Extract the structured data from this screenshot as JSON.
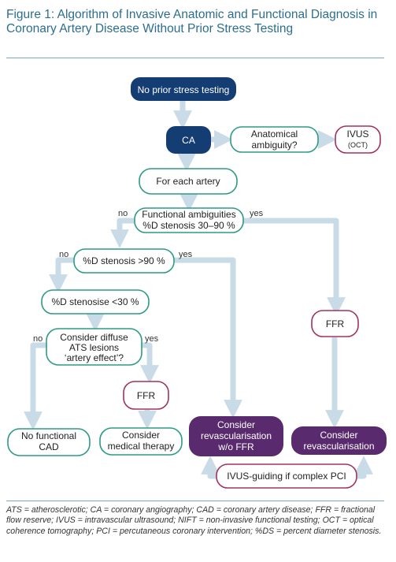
{
  "title": "Figure 1: Algorithm of Invasive Anatomic and Functional Diagnosis in Coronary Artery Disease Without Prior Stress Testing",
  "nodes": {
    "no_prior": "No prior stress testing",
    "ca": "CA",
    "anatomical": [
      "Anatomical",
      "ambiguity?"
    ],
    "ivus": [
      "IVUS",
      "(OCT)"
    ],
    "each_artery": "For each artery",
    "functional": [
      "Functional ambiguities",
      "%D stenosis 30–90 %"
    ],
    "stenosis90": "%D stenosis >90 %",
    "stenosis30": "%D stenosise <30 %",
    "diffuse": [
      "Consider diffuse",
      "ATS lesions",
      "‘artery effect’?"
    ],
    "ffr_left": "FFR",
    "ffr_right": "FFR",
    "no_functional": [
      "No functional",
      "CAD"
    ],
    "medical": [
      "Consider",
      "medical therapy"
    ],
    "reva_wo": [
      "Consider",
      "revascularisation",
      "w/o FFR"
    ],
    "reva": [
      "Consider",
      "revascularisation"
    ],
    "ivus_guiding": "IVUS-guiding if complex PCI"
  },
  "edge_labels": {
    "functional_no": "no",
    "functional_yes": "yes",
    "s90_no": "no",
    "s90_yes": "yes",
    "diffuse_no": "no",
    "diffuse_yes": "yes"
  },
  "colors": {
    "title": "#2c6e8e",
    "dark_blue": "#143e73",
    "teal": "#2e9a86",
    "magenta": "#a3305e",
    "purple": "#5a2a6e",
    "arrow": "#c9dbe6"
  },
  "caption": "ATS = atherosclerotic; CA = coronary angiography; CAD = coronary artery disease; FFR = fractional flow reserve; IVUS = intravascular ultrasound; NIFT = non-invasive functional testing; OCT = optical coherence tomography; PCI = percutaneous coronary intervention; %DS = percent diameter stenosis."
}
